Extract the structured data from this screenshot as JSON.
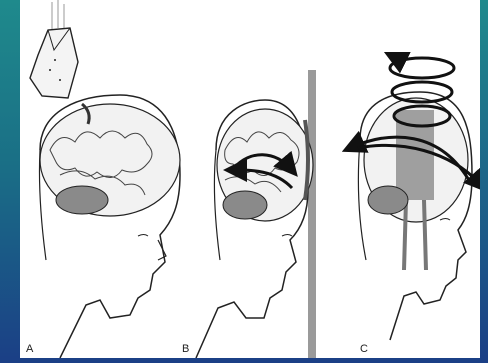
{
  "panels": [
    {
      "id": "A",
      "label": "A"
    },
    {
      "id": "B",
      "label": "B"
    },
    {
      "id": "C",
      "label": "C"
    }
  ],
  "colors": {
    "background_top": "#1f8a8c",
    "background_bottom": "#1b3f86",
    "panel": "#ffffff",
    "line": "#222222",
    "gray_region": "#8a8a8a",
    "wall": "#9a9a9a"
  },
  "icons": [
    "falling-object-icon",
    "rotation-arrow-icon",
    "spiral-arrow-icon",
    "wall-barrier-icon"
  ]
}
